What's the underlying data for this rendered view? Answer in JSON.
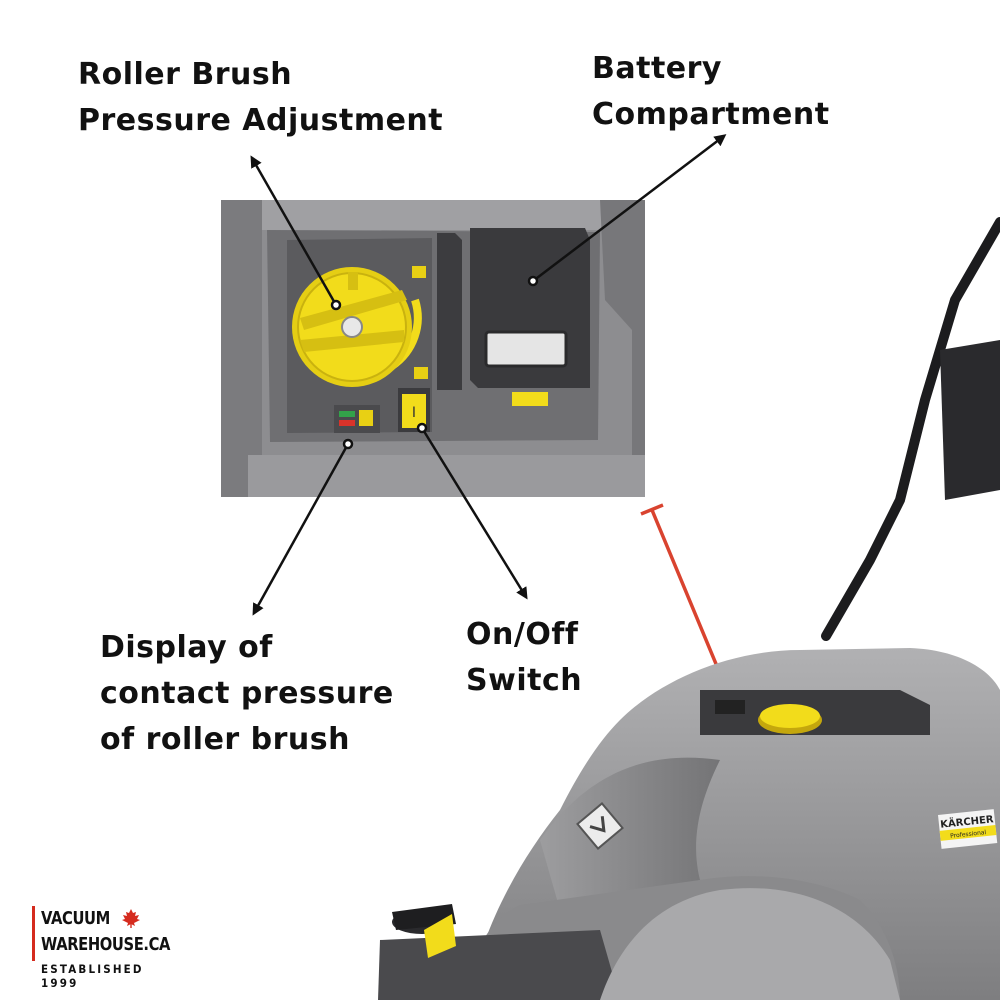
{
  "labels": {
    "roller_brush": [
      "Roller Brush",
      "Pressure Adjustment"
    ],
    "battery": [
      "Battery",
      "Compartment"
    ],
    "display": [
      "Display of",
      "contact pressure",
      "of roller brush"
    ],
    "onoff": [
      "On/Off",
      "Switch"
    ]
  },
  "brand_badge": {
    "name": "KÄRCHER",
    "tier": "Professional"
  },
  "logo": {
    "line1": "VACUUM",
    "line2": "WAREHOUSE.CA",
    "line3": "ESTABLISHED 1999"
  },
  "panel_marks": {
    "switch_mark": "I"
  },
  "colors": {
    "accent_yellow": "#f2dc1b",
    "body_gray": "#8c8c8e",
    "callout_red": "#d9432f",
    "logo_red": "#d52b1e"
  },
  "icons": [
    "arrow-icon",
    "maple-leaf-icon",
    "karcher-chevron-icon"
  ]
}
